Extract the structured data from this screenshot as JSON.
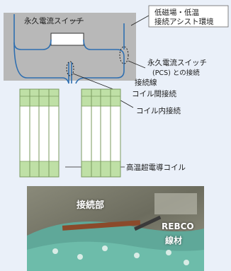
{
  "labels": {
    "pcs_inner": "永久電流スイッチ",
    "environment_line1": "低磁場・低温",
    "environment_line2": "接続アシスト環境",
    "pcs_connection_line1": "永久電流スイッチ",
    "pcs_connection_line2": "(PCS) との接続",
    "pcs_connection_line3": "接続線",
    "inter_coil": "コイル間接続",
    "intra_coil": "コイル内接続",
    "hts_coil": "高温超電導コイル"
  },
  "photo": {
    "joint_label": "接続部",
    "rebco_line1": "REBCO",
    "rebco_line2": "線材"
  },
  "colors": {
    "env_box_fill": "#b8b8b8",
    "wire": "#2f6fb0",
    "coil_green": "#bfe0a6",
    "coil_border": "#7a9a5e",
    "background": "#eaf0f9"
  }
}
